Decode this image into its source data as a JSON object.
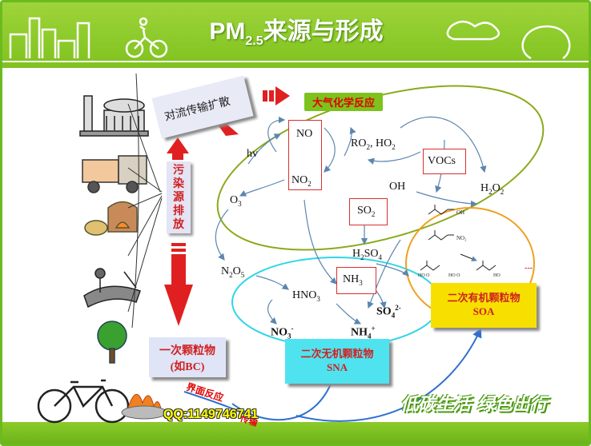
{
  "title": {
    "main": "PM",
    "sub": "2.5",
    "rest": "来源与形成"
  },
  "nodes": {
    "convection": "对流传输扩散",
    "atm_chem": "大气化学反应",
    "emission": [
      "污",
      "染",
      "源",
      "排",
      "放"
    ],
    "primary": "一次颗粒物",
    "primary_sub": "(如BC)",
    "sna": "二次无机颗粒物",
    "sna_abbr": "SNA",
    "soa": "二次有机颗粒物",
    "soa_abbr": "SOA",
    "interface": "界面反应",
    "transport": "传输",
    "qq": "QQ:1149746741",
    "slogan": "低碳生活 绿色出行"
  },
  "species": {
    "no": "NO",
    "no2": "NO",
    "no2_sub": "2",
    "hv": "hv",
    "o3": "O",
    "o3_sub": "3",
    "ro2": "RO",
    "ro2_sub": "2",
    "ro2_rest": ", HO",
    "ho2_sub": "2",
    "vocs": "VOCs",
    "oh": "OH",
    "h2o2_a": "H",
    "h2o2_sub1": "2",
    "h2o2_b": "O",
    "h2o2_sub2": "2",
    "so2": "SO",
    "so2_sub": "2",
    "h2so4_a": "H",
    "h2so4_sub1": "2",
    "h2so4_b": "SO",
    "h2so4_sub2": "4",
    "n2o5_a": "N",
    "n2o5_sub1": "2",
    "n2o5_b": "O",
    "n2o5_sub2": "5",
    "hno3": "HNO",
    "hno3_sub": "3",
    "nh3": "NH",
    "nh3_sub": "3",
    "no3": "NO",
    "no3_sub": "3",
    "no3_sup": "-",
    "nh4": "NH",
    "nh4_sub": "4",
    "nh4_sup": "+",
    "so4": "SO",
    "so4_sub": "4",
    "so4_sup": "2-"
  },
  "colors": {
    "frame": "#6cbb1e",
    "red": "#e02020",
    "olive_ellipse": "#8aaa1a",
    "cyan_ellipse": "#2fd6e6",
    "orange_ellipse": "#f0a020",
    "sna_box": "#4fe3f0",
    "soa_box": "#f7e000",
    "blue_arrow": "#5b86b0"
  }
}
